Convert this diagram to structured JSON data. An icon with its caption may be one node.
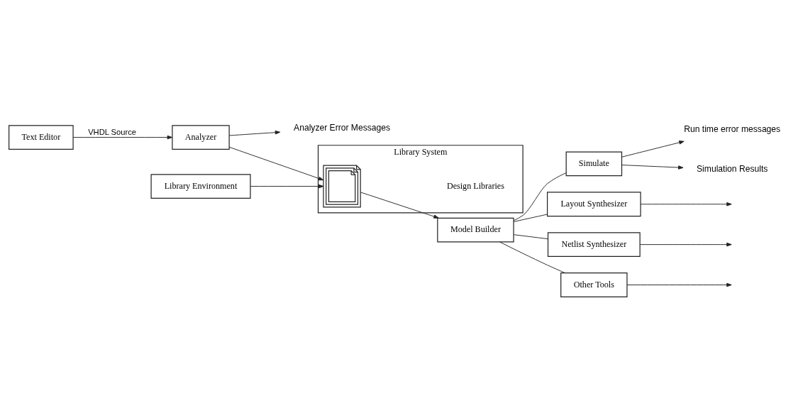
{
  "diagram": {
    "nodes": [
      {
        "text": [
          "Text Editor"
        ]
      },
      {
        "text": [
          "Analyzer"
        ]
      },
      {
        "text": [
          "Analyzer Error Messages"
        ]
      },
      {
        "text": [
          "Library System",
          "Design Libraries"
        ]
      },
      {
        "text": [],
        "shape": "picture",
        "in": 3
      },
      {
        "text": [
          "Library Environment"
        ]
      },
      {
        "text": [
          "Model Builder"
        ]
      },
      {
        "text": [
          "Simulate"
        ]
      },
      {
        "text": [
          "Layout Synthesizer"
        ]
      },
      {
        "text": [
          "Netlist Synthesizer"
        ]
      },
      {
        "text": [
          "Other Tools"
        ]
      },
      {
        "text": [
          "Run time error messages"
        ]
      },
      {
        "text": [
          "Simulation Results"
        ]
      }
    ],
    "edges": [
      {
        "from": 0,
        "to": 1,
        "arrow": "to",
        "label": "VHDL Source"
      },
      {
        "from": 1,
        "to": 2,
        "arrow": "to"
      },
      {
        "from": 1,
        "to": 4,
        "arrow": "to"
      },
      {
        "from": 5,
        "to": 4,
        "arrow": "to"
      },
      {
        "from": 4,
        "to": 6,
        "arrow": "to"
      },
      {
        "from": 6,
        "to": 7,
        "arrow": "none"
      },
      {
        "from": 6,
        "to": 8,
        "arrow": "none"
      },
      {
        "from": 6,
        "to": 9,
        "arrow": "none"
      },
      {
        "from": 6,
        "to": 10,
        "arrow": "none"
      },
      {
        "from": 7,
        "to": 11,
        "arrow": "to"
      },
      {
        "from": 7,
        "to": 12,
        "arrow": "to"
      },
      {
        "from": 8,
        "to": null,
        "arrow": "to"
      },
      {
        "from": 9,
        "to": null,
        "arrow": "to"
      },
      {
        "from": 10,
        "to": null,
        "arrow": "to"
      }
    ]
  }
}
